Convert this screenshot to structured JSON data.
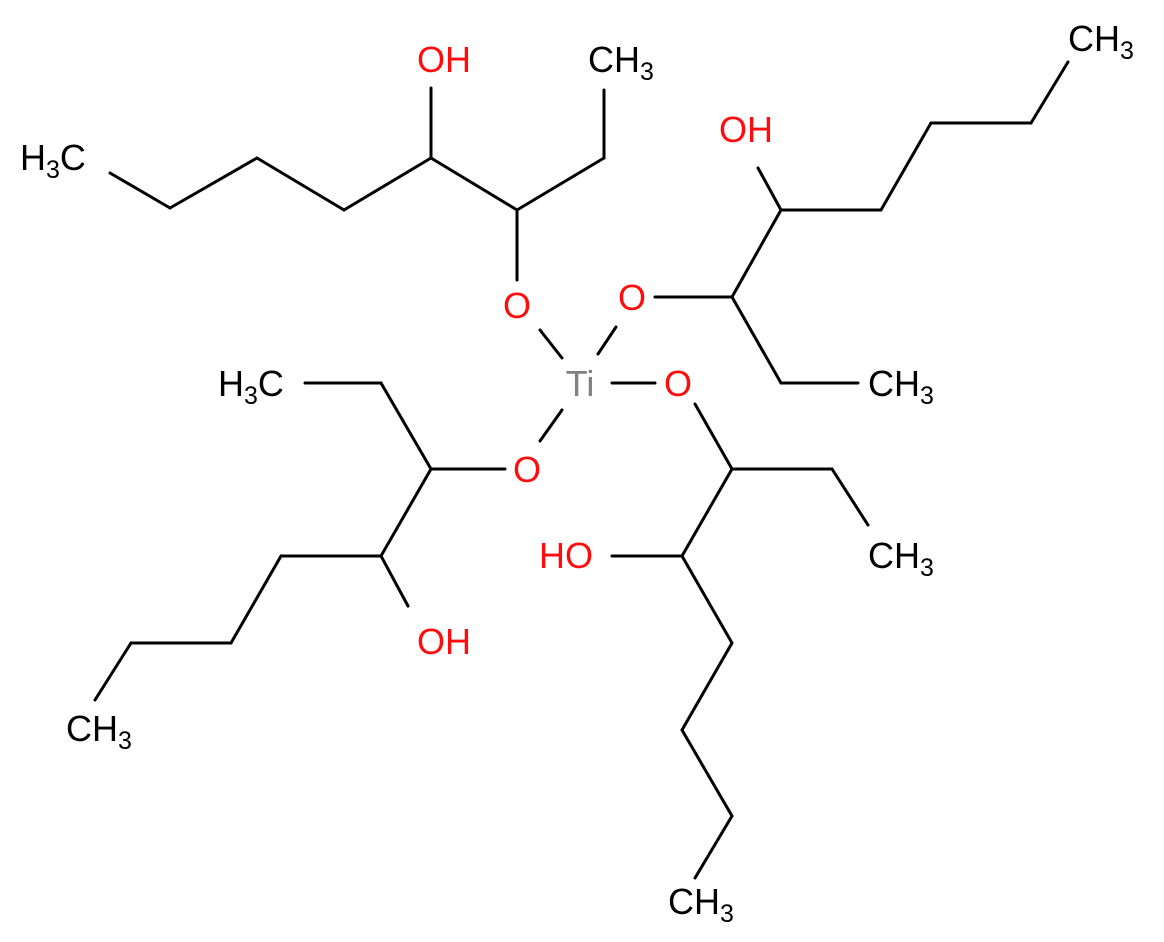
{
  "colors": {
    "bond": "#000000",
    "carbon_label": "#000000",
    "oxygen": "#ff0d0d",
    "titanium": "#808080"
  },
  "molecule": {
    "center_atom": "Ti",
    "labels": {
      "ti": "Ti",
      "o": "O",
      "oh": "OH",
      "ho": "HO",
      "ch": "CH",
      "h": "H",
      "c": "C",
      "sub3": "3"
    }
  }
}
